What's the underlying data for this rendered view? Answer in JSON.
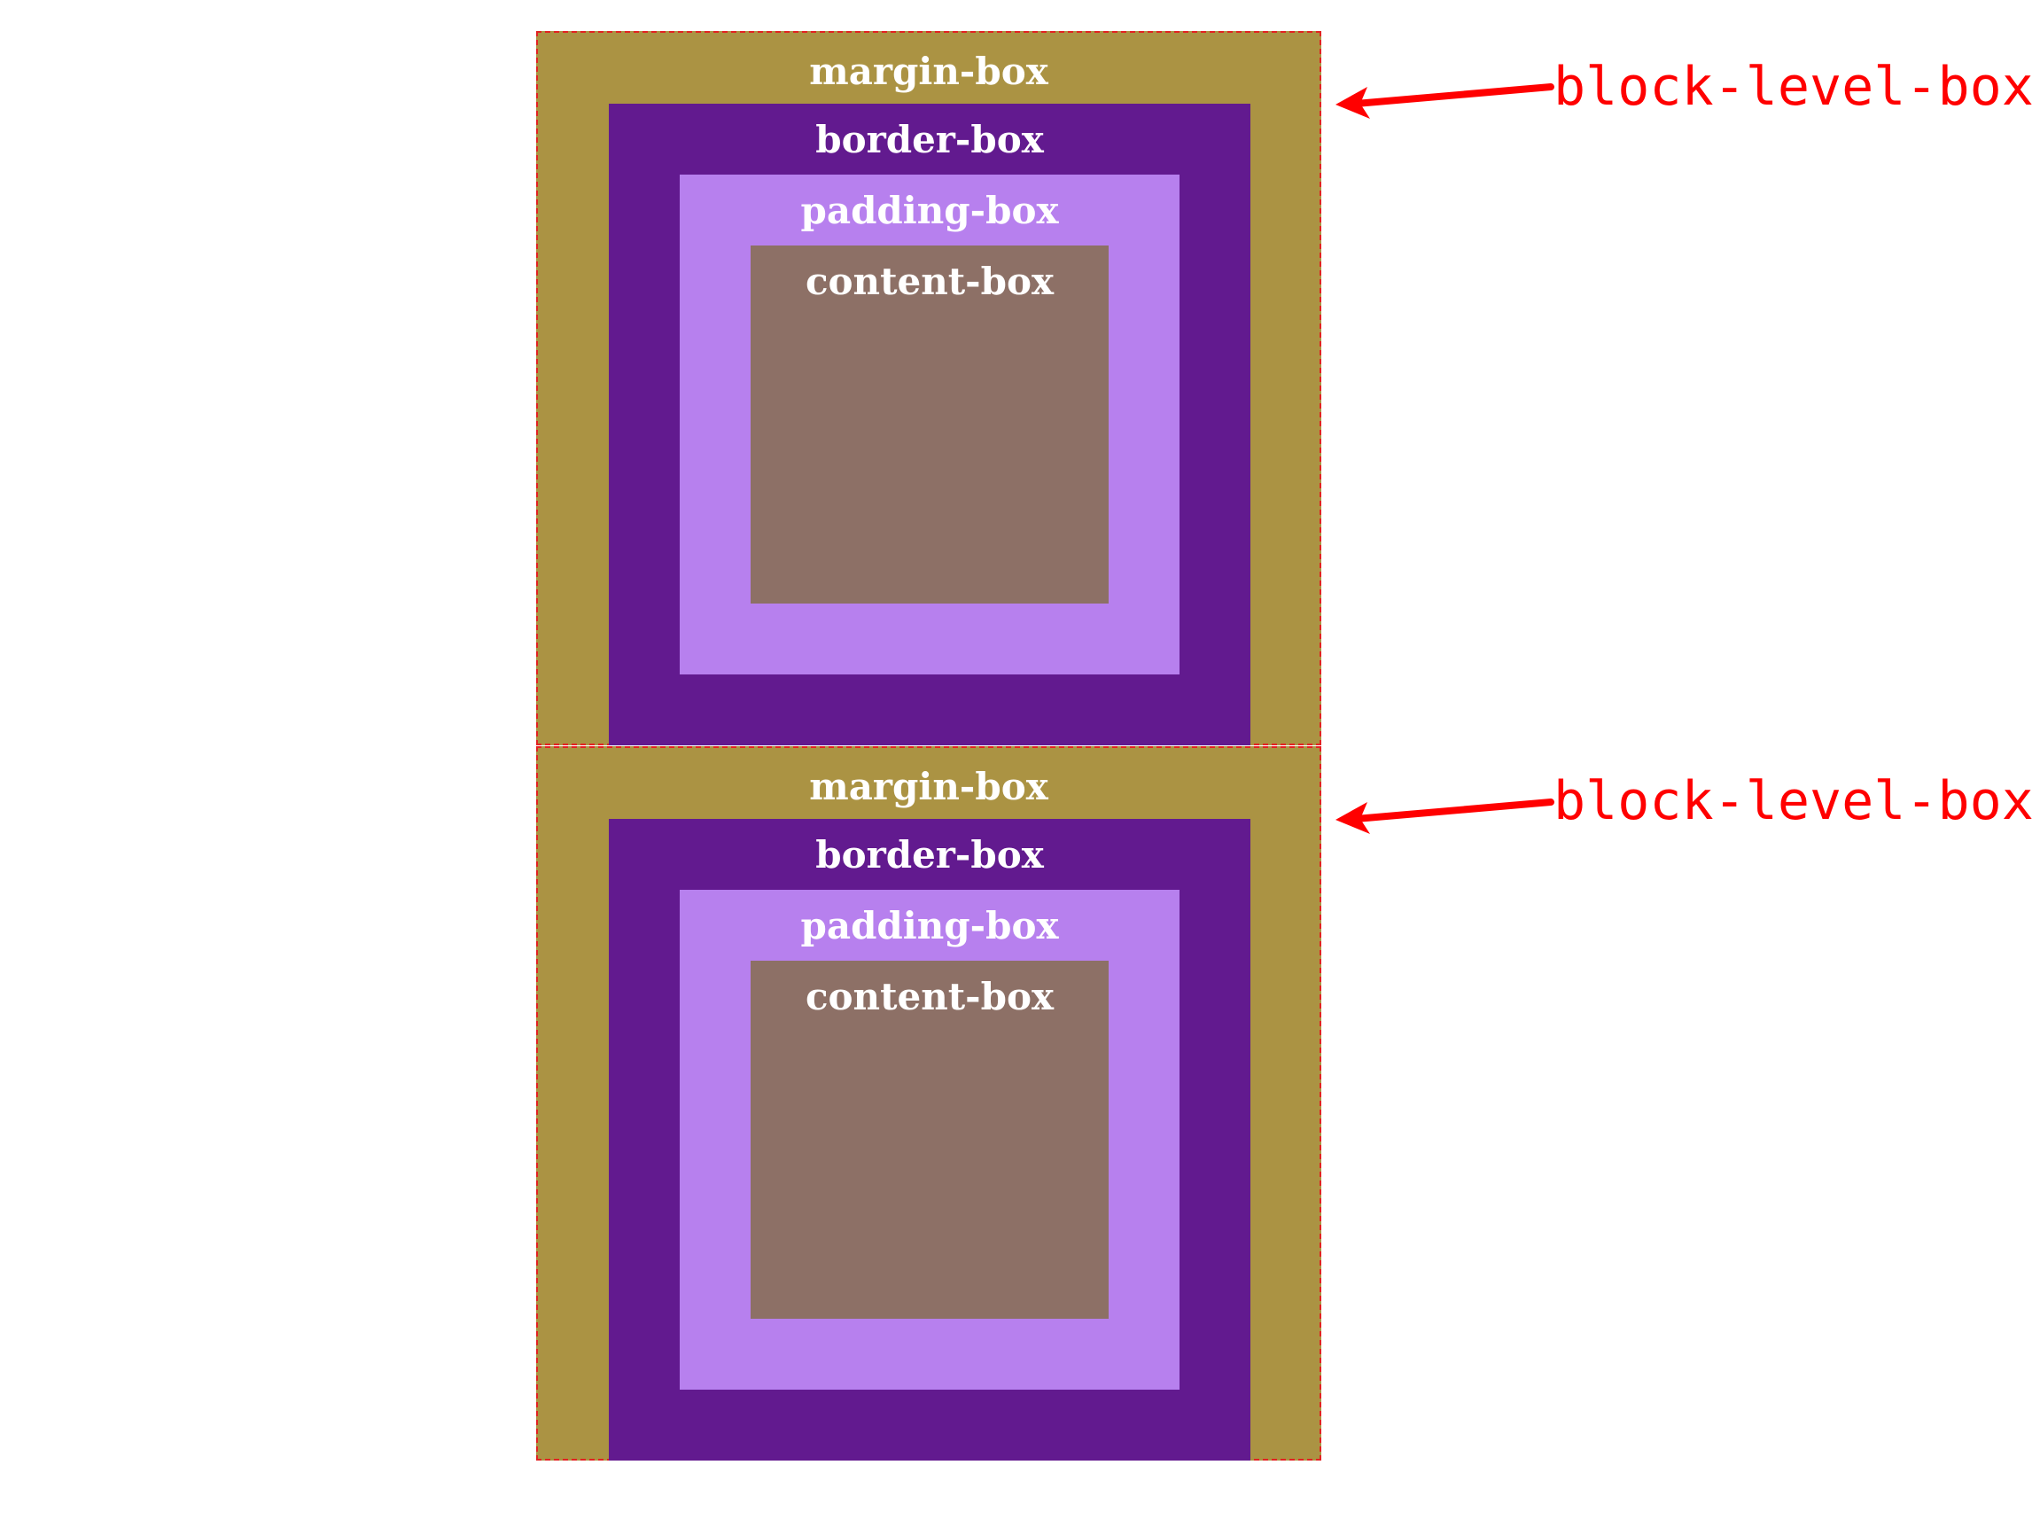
{
  "boxes": [
    {
      "margin_label": "margin-box",
      "border_label": "border-box",
      "padding_label": "padding-box",
      "content_label": "content-box",
      "callout": "block-level-box"
    },
    {
      "margin_label": "margin-box",
      "border_label": "border-box",
      "padding_label": "padding-box",
      "content_label": "content-box",
      "callout": "block-level-box"
    }
  ],
  "colors": {
    "margin": "#ab9343",
    "border": "#621a8f",
    "padding": "#b780ee",
    "content": "#8d7066",
    "annotation": "#ff0000"
  }
}
